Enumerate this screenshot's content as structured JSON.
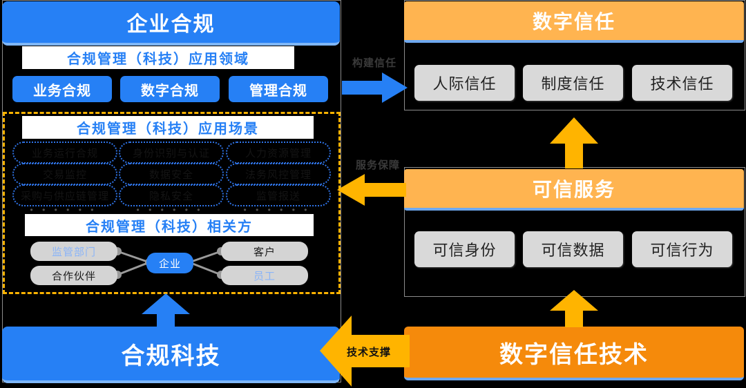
{
  "left_panel": {
    "title": "企业合规",
    "domain_band": "合规管理（科技）应用领域",
    "domains": [
      "业务合规",
      "数字合规",
      "管理合规"
    ],
    "scenario_band": "合规管理（科技）应用场景",
    "scenario_columns": [
      [
        "业务运行合规",
        "交易监控",
        "采购与供应链管理"
      ],
      [
        "身份识别与认证",
        "数据安全",
        "隐私安全"
      ],
      [
        "人力资源管理",
        "法务风控管理",
        "监管报送"
      ]
    ],
    "scenario_more": "• • • • • •",
    "stakeholder_band": "合规管理（科技）相关方",
    "stakeholders": {
      "center": "企业",
      "top_left": "监管部门",
      "bottom_left": "合作伙伴",
      "top_right": "客户",
      "bottom_right": "员工"
    }
  },
  "right_top_panel": {
    "title": "数字信任",
    "items": [
      "人际信任",
      "制度信任",
      "技术信任"
    ]
  },
  "right_mid_panel": {
    "title": "可信服务",
    "items": [
      "可信身份",
      "可信数据",
      "可信行为"
    ]
  },
  "bottom_left_bar": {
    "title": "合规科技"
  },
  "bottom_right_bar": {
    "title": "数字信任技术"
  },
  "connectors": {
    "build_trust": "构建信任",
    "service_guarantee": "服务保障",
    "tech_support": "技术支撑"
  },
  "colors": {
    "blue": "#2680f5",
    "blue_light": "#7fb6f7",
    "orange_light": "#ffb450",
    "orange": "#f58a0b",
    "amber": "#ffb400",
    "gray_pill": "#d9d9d9",
    "background": "#000000"
  }
}
